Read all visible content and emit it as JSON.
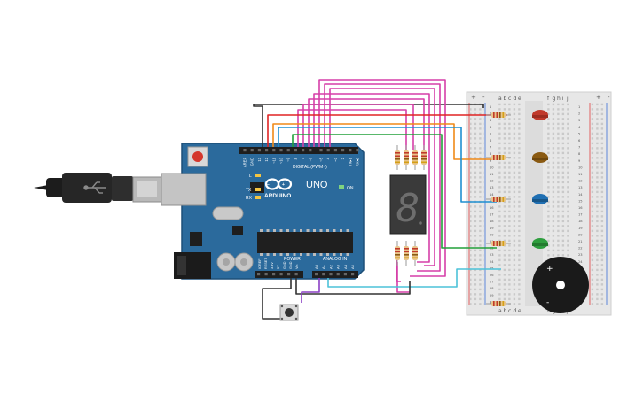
{
  "arduino": {
    "brand": "ARDUINO",
    "model": "UNO",
    "digital_header_label": "DIGITAL (PWM~)",
    "power_header_label": "POWER",
    "analog_header_label": "ANALOG IN",
    "on_label": "ON",
    "led_labels": [
      "L",
      "TX",
      "RX"
    ],
    "aref_label": "AREF",
    "gnd_label": "GND",
    "digital_pins": [
      "13",
      "12",
      "~11",
      "~10",
      "~9",
      "8",
      "7",
      "~6",
      "~5",
      "4",
      "~3",
      "2",
      "TX▸1",
      "RX◂0"
    ],
    "power_pins": [
      "IOREF",
      "RESET",
      "3.3V",
      "5V",
      "GND",
      "GND",
      "Vin"
    ],
    "analog_pins": [
      "A0",
      "A1",
      "A2",
      "A3",
      "A4",
      "A5"
    ],
    "board_color": "#2b6a9c"
  },
  "breadboard": {
    "column_letters_left": [
      "a",
      "b",
      "c",
      "d",
      "e"
    ],
    "column_letters_right": [
      "f",
      "g",
      "h",
      "i",
      "j"
    ],
    "plus_label": "+",
    "minus_label": "-",
    "row_numbers": [
      "1",
      "2",
      "3",
      "4",
      "5",
      "6",
      "7",
      "8",
      "9",
      "10",
      "11",
      "12",
      "13",
      "14",
      "15",
      "16",
      "17",
      "18",
      "19",
      "20",
      "21",
      "22",
      "23",
      "24",
      "25",
      "26",
      "27",
      "28",
      "29",
      "30"
    ]
  },
  "components": {
    "seven_segment_digit": "8",
    "buzzer_plus_label": "+",
    "buzzer_minus_label": "-",
    "led_colors": [
      "#c0392b",
      "#8a5a12",
      "#1f6fb2",
      "#2e9e3e"
    ]
  },
  "wire_colors": {
    "black": "#333333",
    "red": "#e02424",
    "orange": "#f08a18",
    "blue": "#1e8fd1",
    "green": "#22a03a",
    "magenta": "#d63fa8",
    "cyan": "#4cc2d8",
    "purple": "#8a3fc4"
  }
}
